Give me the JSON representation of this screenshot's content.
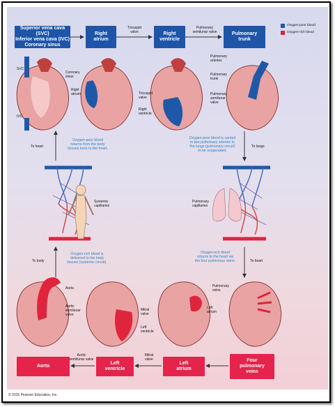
{
  "legend": {
    "poor": {
      "label": "Oxygen-poor blood",
      "color": "#2058a8"
    },
    "rich": {
      "label": "Oxygen-rich blood",
      "color": "#e0243c"
    }
  },
  "top_flow": {
    "box1_lines": [
      "Superior vena cava (SVC)",
      "Inferior vena cava (IVC)",
      "Coronary sinus"
    ],
    "box2_lines": [
      "Right",
      "atrium"
    ],
    "box3_lines": [
      "Right",
      "ventricle"
    ],
    "box4_lines": [
      "Pulmonary",
      "trunk"
    ],
    "arrow1_lines": [
      "Tricuspid",
      "valve"
    ],
    "arrow2_lines": [
      "Pulmonary",
      "semilunar valve"
    ]
  },
  "top_labels": {
    "svc": "SVC",
    "ivc": "IVC",
    "coronary_sinus": [
      "Coronary",
      "sinus"
    ],
    "right_atrium": [
      "Right",
      "atrium"
    ],
    "tricuspid_valve": [
      "Tricuspid",
      "valve"
    ],
    "right_ventricle": [
      "Right",
      "ventricle"
    ],
    "pulmonary_arteries": [
      "Pulmonary",
      "arteries"
    ],
    "pulmonary_trunk": [
      "Pulmonary",
      "trunk"
    ],
    "pulmonary_semilunar_valve": [
      "Pulmonary",
      "semilunar",
      "valve"
    ]
  },
  "middle": {
    "to_heart_top": "To heart",
    "to_lungs": "To lungs",
    "note_body_return": [
      "Oxygen-poor blood",
      "returns from the body",
      "tissues back to the heart."
    ],
    "note_pulmonary_circuit": [
      "Oxygen-poor blood is carried",
      "in two pulmonary arteries to",
      "the lungs (pulmonary circuit)",
      "to be oxygenated."
    ],
    "systemic_capillaries": [
      "Systemic",
      "capillaries"
    ],
    "pulmonary_capillaries": [
      "Pulmonary",
      "capillaries"
    ],
    "to_body": "To body",
    "to_heart_bottom": "To heart",
    "note_systemic_circuit": [
      "Oxygen-rich blood is",
      "delivered to the body",
      "tissues (systemic circuit)."
    ],
    "note_pulmonary_veins": [
      "Oxygen-rich blood",
      "returns to the heart via",
      "the four pulmonary veins."
    ]
  },
  "bottom_labels": {
    "aorta": "Aorta",
    "aortic_semilunar_valve": [
      "Aortic",
      "semilunar",
      "valve"
    ],
    "mitral_valve": [
      "Mitral",
      "valve"
    ],
    "left_ventricle": [
      "Left",
      "ventricle"
    ],
    "left_atrium": [
      "Left",
      "atrium"
    ],
    "pulmonary_veins": [
      "Pulmonary",
      "veins"
    ]
  },
  "bottom_flow": {
    "box1_lines": [
      "Aorta"
    ],
    "box2_lines": [
      "Left",
      "ventricle"
    ],
    "box3_lines": [
      "Left",
      "atrium"
    ],
    "box4_lines": [
      "Four",
      "pulmonary",
      "veins"
    ],
    "arrow1_lines": [
      "Aortic",
      "semilunar valve"
    ],
    "arrow2_lines": [
      "Mitral",
      "valve"
    ]
  },
  "copyright": "© 2016 Pearson Education, Inc."
}
